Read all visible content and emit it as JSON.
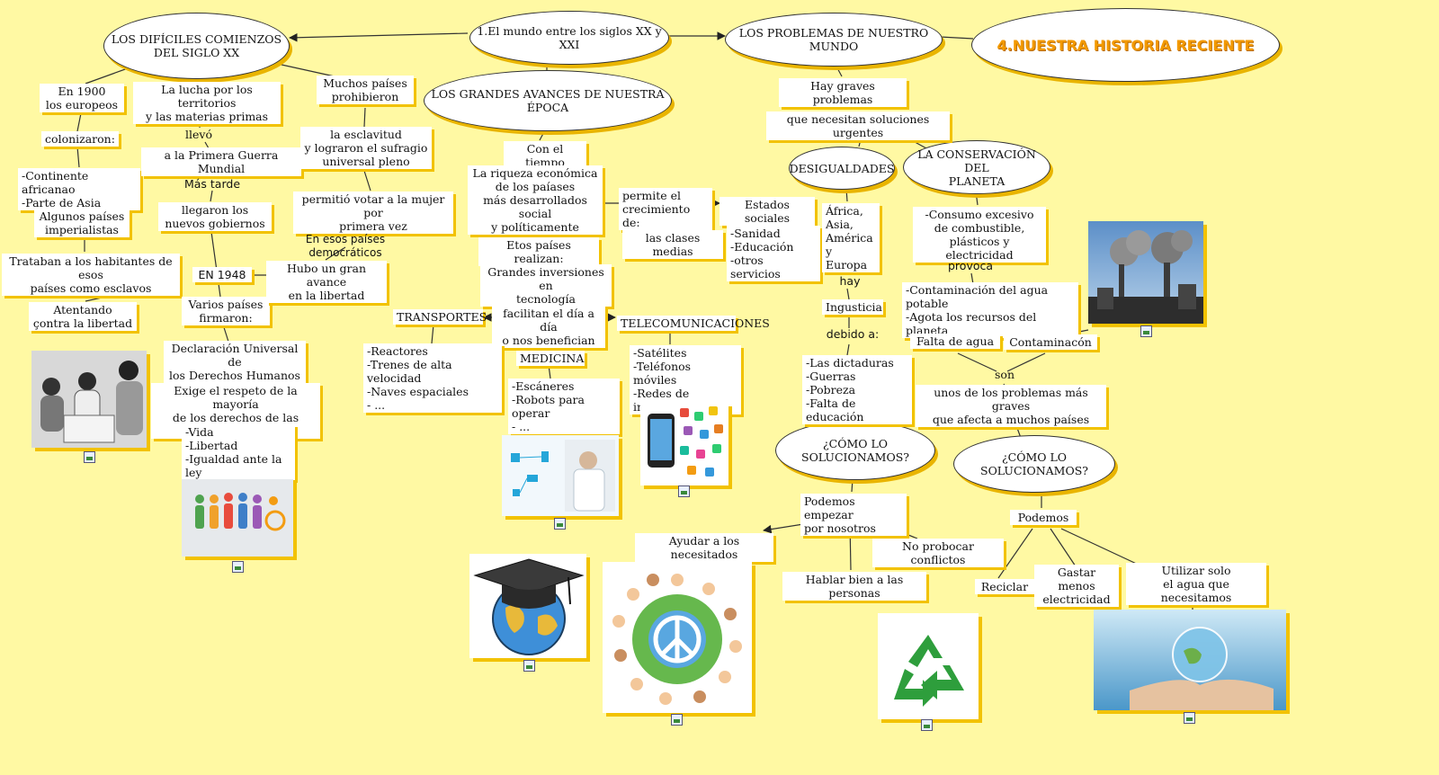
{
  "title": "4.NUESTRA HISTORIA RECIENTE",
  "center": "1.El mundo entre los siglos XX y XXI",
  "left": {
    "heading": "LOS DIFÍCILES COMIENZOS DEL SIGLO XX",
    "en1900": "En 1900\nlos europeos",
    "colonizaron": "colonizaron:",
    "continentes": "-Continente africanao\n-Parte de Asia",
    "imperialistas": "Algunos países\nimperialistas",
    "esclavos": "Trataban a los habitantes de esos\npaíses como esclavos",
    "atentando": "Atentando\nçontra la libertad",
    "lucha": "La lucha por los territorios\ny las materias primas",
    "llevo": "llevó",
    "guerra": "a la  Primera Guerra Mundial",
    "mas_tarde": "Más tarde",
    "gobiernos": "llegaron los\nnuevos gobiernos",
    "en1948": "EN 1948",
    "varios": "Varios países\nfirmaron:",
    "declaracion": "Declaración Universal de\nlos Derechos Humanos",
    "exige": "Exige el respeto de la mayoría\nde los derechos de las personas",
    "derechos": "-Vida\n-Libertad\n-Igualdad ante la ley",
    "muchos": "Muchos países\nprohibieron",
    "esclavitud": "la esclavitud\ny lograron el sufragio\nuniversal pleno",
    "voto": "permitió votar a la mujer por\nprimera vez",
    "democraticos": "En esos países democráticos",
    "avance": "Hubo un gran avance\nen la libertad"
  },
  "middle": {
    "heading": "LOS GRANDES AVANCES DE NUESTRA ÉPOCA",
    "tiempo": "Con el tiempo",
    "riqueza": "La riqueza económica\nde los paíases\nmás  desarrollados social\ny políticamente",
    "permite": "permite el\ncrecimiento de:",
    "estados": "Estados sociales",
    "servicios": "-Sanidad\n-Educación\n-otros servicios",
    "clases": "las clases medias",
    "realizan": "Etos países realizan:",
    "inversiones": "Grandes inversiones en\ntecnología",
    "facilitan": "facilitan el día a día\no nos benefician",
    "transportes": "TRANSPORTES",
    "transportes_list": "-Reactores\n-Trenes de alta velocidad\n-Naves espaciales\n- ...",
    "medicina": "MEDICINA",
    "medicina_list": "-Escáneres\n-Robots para operar\n- ...",
    "telecom": "TELECOMUNICACIONES",
    "telecom_list": "-Satélites\n-Teléfonos móviles\n-Redes de internet"
  },
  "right": {
    "heading": "LOS PROBLEMAS DE NUESTRO MUNDO",
    "graves": "Hay graves problemas",
    "urgentes": "que necesitan soluciones urgentes",
    "desigualdades": "DESIGUALDADES",
    "conservacion": "LA CONSERVACIÓN DEL\nPLANETA",
    "continentes": "África,\nAsia,\nAmérica\n y Europa",
    "hay": "hay",
    "ingusticia": "Ingusticia",
    "debido": "debido a:",
    "causas": "-Las dictaduras\n-Guerras\n-Pobreza\n-Falta de educación",
    "como1": "¿CÓMO LO SOLUCIONAMOS?",
    "podemos_empezar": "Podemos empezar\npor nosotros",
    "ayudar": "Ayudar a los necesitados",
    "hablar": "Hablar bien a las personas",
    "conflictos": "No probocar conflictos",
    "consumo": "-Consumo excesivo\nde combustible,\nplásticos y electricidad",
    "provoca": "provoca",
    "contaminacion_list": "-Contaminación del agua potable\n-Agota los recursos del planeta",
    "falta_agua": "Falta de agua",
    "contaminacion": "Contaminacón",
    "son": "son",
    "problemas": "unos de los problemas más graves\nque afecta a muchos países",
    "como2": "¿CÓMO LO SOLUCIONAMOS?",
    "podemos": "Podemos",
    "reciclar": "Reciclar",
    "gastar": "Gastar menos\nelectricidad",
    "agua": "Utilizar solo\nel agua que necesitamos"
  },
  "icons": [
    "image-placeholder-icon",
    "recycle-icon",
    "peace-icon",
    "graduation-cap-icon",
    "phone-icon",
    "factory-icon"
  ],
  "colors": {
    "background": "#FFF9A3",
    "shadow": "#F2C200",
    "title": "#F39A00"
  }
}
